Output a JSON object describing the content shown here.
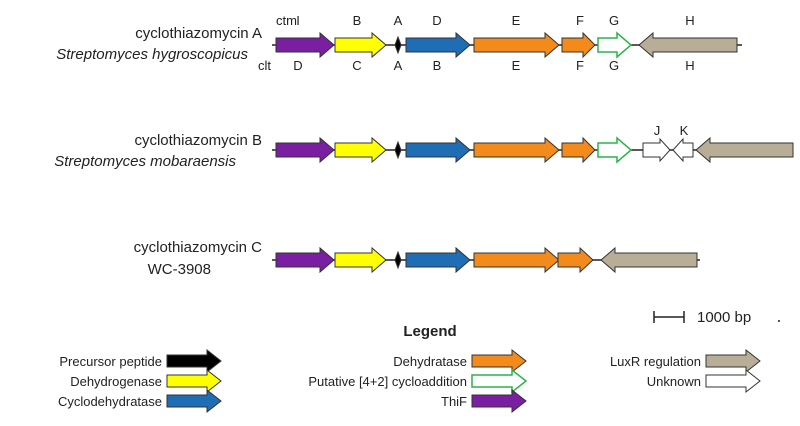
{
  "colors": {
    "precursor": "#000000",
    "dehydrogenase": "#ffff00",
    "cyclodehydratase": "#1f6db5",
    "dehydratase": "#f28a1c",
    "cycloaddition": "#2bb34a",
    "thif": "#7b1fa2",
    "luxr": "#b8ad96",
    "unknown": "#ffffff"
  },
  "clusters": [
    {
      "name": "cyclothiazomycin A",
      "organism": "Streptomyces hygroscopicus",
      "row_label_top": "ctm",
      "row_label_bottom": "clt",
      "genes": [
        {
          "type": "thif",
          "dir": "right",
          "top_label": "I",
          "bottom_label": "D"
        },
        {
          "type": "dehydrogenase",
          "dir": "right",
          "top_label": "B",
          "bottom_label": "C"
        },
        {
          "type": "precursor",
          "dir": "right",
          "top_label": "A",
          "bottom_label": "A"
        },
        {
          "type": "cyclodehydratase",
          "dir": "right",
          "top_label": "D",
          "bottom_label": "B"
        },
        {
          "type": "dehydratase",
          "dir": "right",
          "top_label": "E",
          "bottom_label": "E"
        },
        {
          "type": "dehydratase",
          "dir": "right",
          "top_label": "F",
          "bottom_label": "F"
        },
        {
          "type": "cycloaddition",
          "dir": "right",
          "top_label": "G",
          "bottom_label": "G"
        },
        {
          "type": "luxr",
          "dir": "left",
          "top_label": "H",
          "bottom_label": "H"
        }
      ]
    },
    {
      "name": "cyclothiazomycin B",
      "organism": "Streptomyces mobaraensis",
      "genes": [
        {
          "type": "thif",
          "dir": "right",
          "top_label": ""
        },
        {
          "type": "dehydrogenase",
          "dir": "right",
          "top_label": ""
        },
        {
          "type": "precursor",
          "dir": "right",
          "top_label": ""
        },
        {
          "type": "cyclodehydratase",
          "dir": "right",
          "top_label": ""
        },
        {
          "type": "dehydratase",
          "dir": "right",
          "top_label": ""
        },
        {
          "type": "dehydratase",
          "dir": "right",
          "top_label": ""
        },
        {
          "type": "cycloaddition",
          "dir": "right",
          "top_label": ""
        },
        {
          "type": "unknown",
          "dir": "right",
          "top_label": "J"
        },
        {
          "type": "unknown",
          "dir": "left",
          "top_label": "K"
        },
        {
          "type": "luxr",
          "dir": "left",
          "top_label": ""
        }
      ]
    },
    {
      "name": "cyclothiazomycin C",
      "organism": "WC-3908",
      "genes": [
        {
          "type": "thif",
          "dir": "right"
        },
        {
          "type": "dehydrogenase",
          "dir": "right"
        },
        {
          "type": "precursor",
          "dir": "right"
        },
        {
          "type": "cyclodehydratase",
          "dir": "right"
        },
        {
          "type": "dehydratase",
          "dir": "right"
        },
        {
          "type": "dehydratase",
          "dir": "right"
        },
        {
          "type": "luxr",
          "dir": "left"
        }
      ]
    }
  ],
  "scale_bar": {
    "label": "1000 bp"
  },
  "legend": {
    "title": "Legend",
    "items": [
      {
        "label": "Precursor peptide",
        "type": "precursor"
      },
      {
        "label": "Dehydrogenase",
        "type": "dehydrogenase"
      },
      {
        "label": "Cyclodehydratase",
        "type": "cyclodehydratase"
      },
      {
        "label": "Dehydratase",
        "type": "dehydratase"
      },
      {
        "label": "Putative [4+2] cycloaddition",
        "type": "cycloaddition"
      },
      {
        "label": "ThiF",
        "type": "thif"
      },
      {
        "label": "LuxR regulation",
        "type": "luxr"
      },
      {
        "label": "Unknown",
        "type": "unknown"
      }
    ]
  }
}
